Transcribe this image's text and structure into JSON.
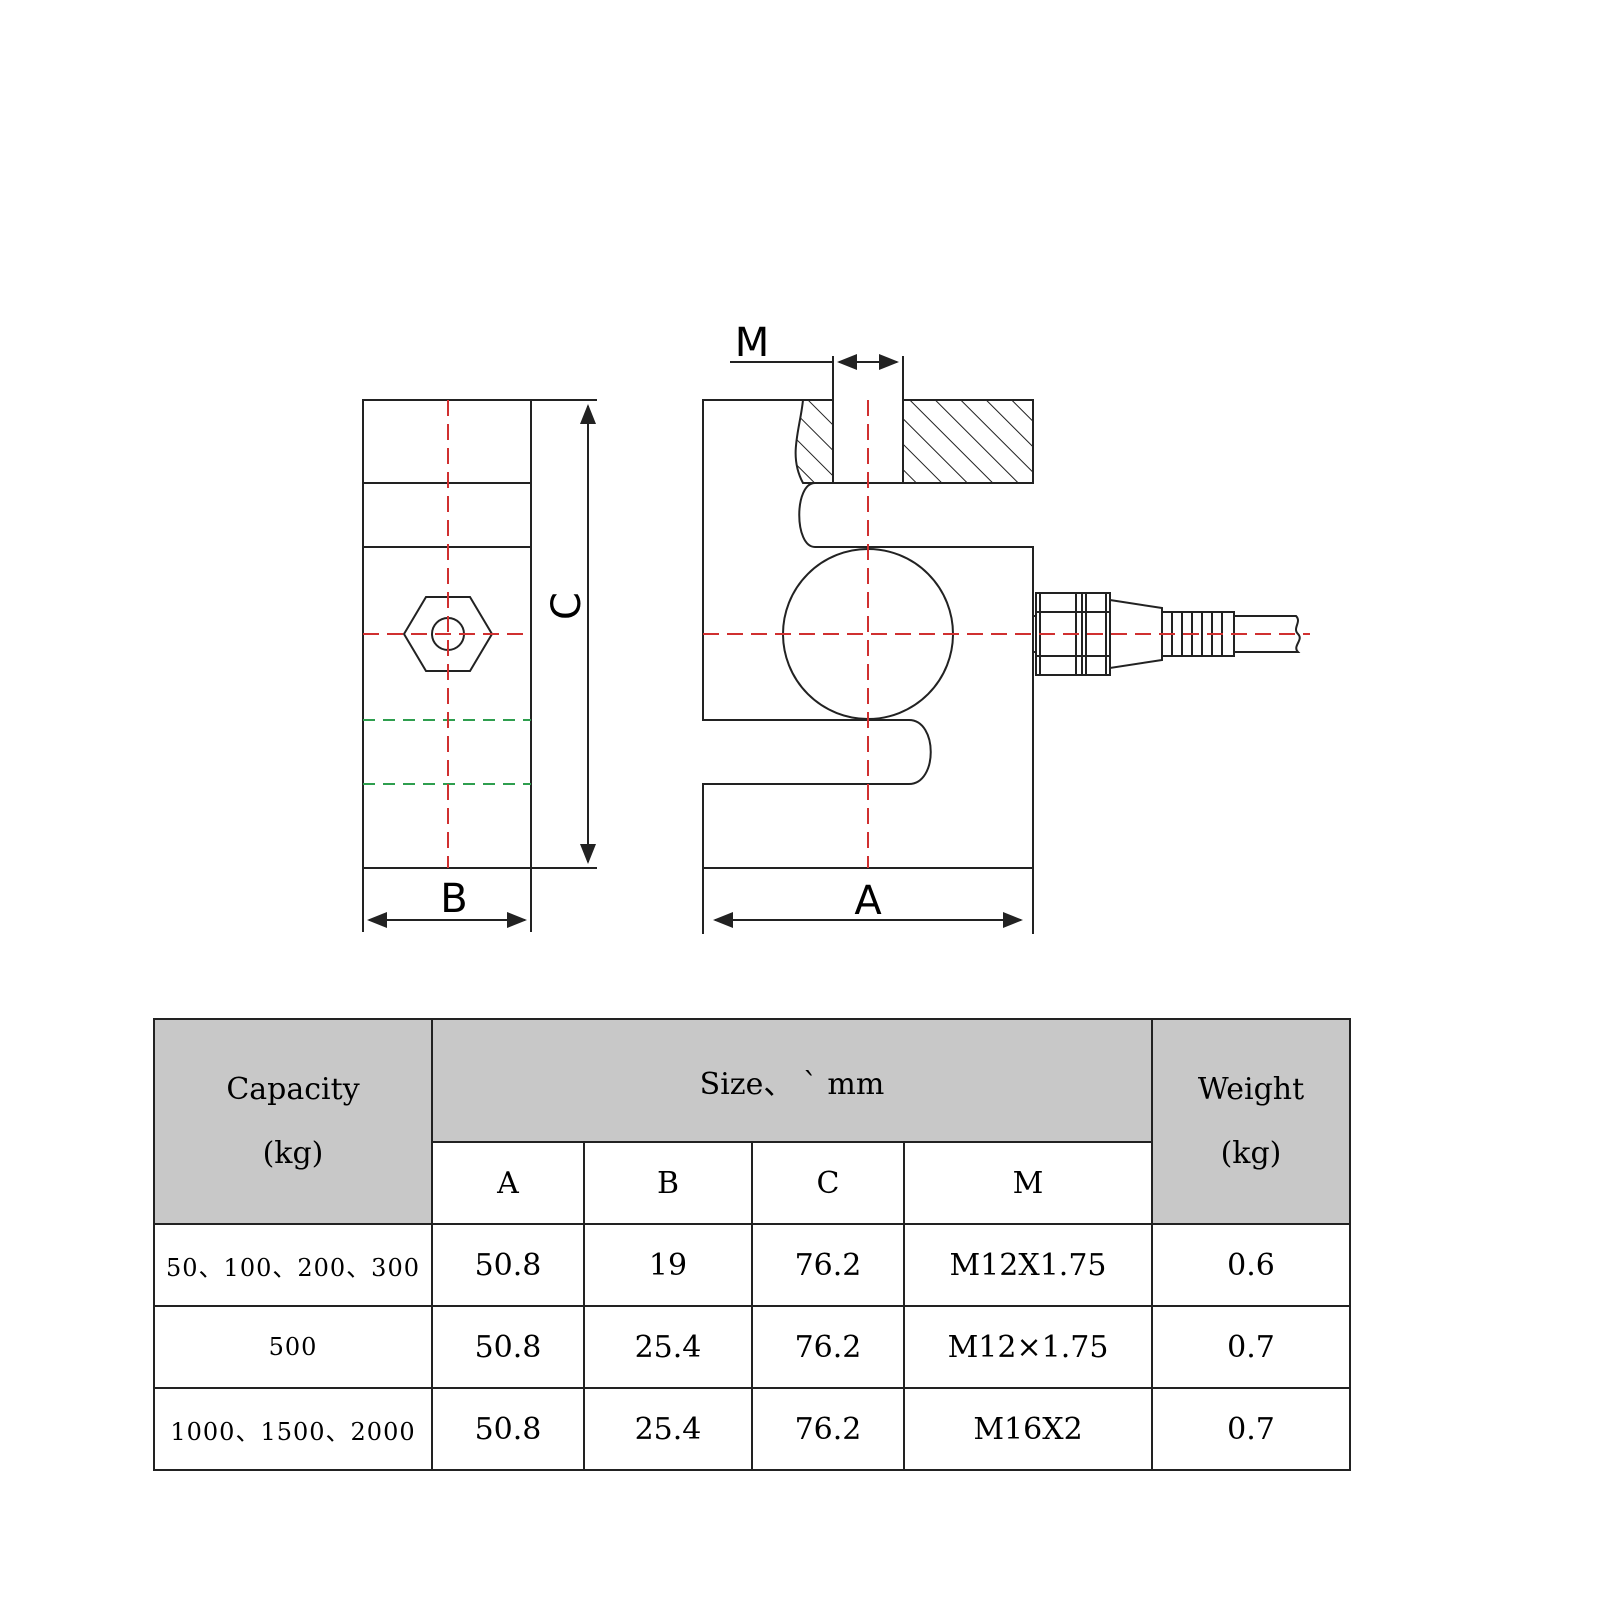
{
  "drawing": {
    "labels": {
      "m": "M",
      "c": "C",
      "b": "B",
      "a": "A"
    },
    "colors": {
      "line": "#222222",
      "centerline": "#d03030",
      "hidden": "#2e9e4e"
    }
  },
  "table": {
    "headers": {
      "capacity": "Capacity",
      "capacity_unit": "(kg)",
      "size": "Size、 ` mm",
      "weight": "Weight",
      "weight_unit": "(kg)",
      "columns": [
        "A",
        "B",
        "C",
        "M"
      ]
    },
    "rows": [
      {
        "capacity": "50、100、200、300",
        "a": "50.8",
        "b": "19",
        "c": "76.2",
        "m": "M12X1.75",
        "weight": "0.6"
      },
      {
        "capacity": "500",
        "a": "50.8",
        "b": "25.4",
        "c": "76.2",
        "m": "M12×1.75",
        "weight": "0.7"
      },
      {
        "capacity": "1000、1500、2000",
        "a": "50.8",
        "b": "25.4",
        "c": "76.2",
        "m": "M16X2",
        "weight": "0.7"
      }
    ],
    "colors": {
      "header_bg": "#c8c8c8",
      "border": "#222222"
    }
  }
}
